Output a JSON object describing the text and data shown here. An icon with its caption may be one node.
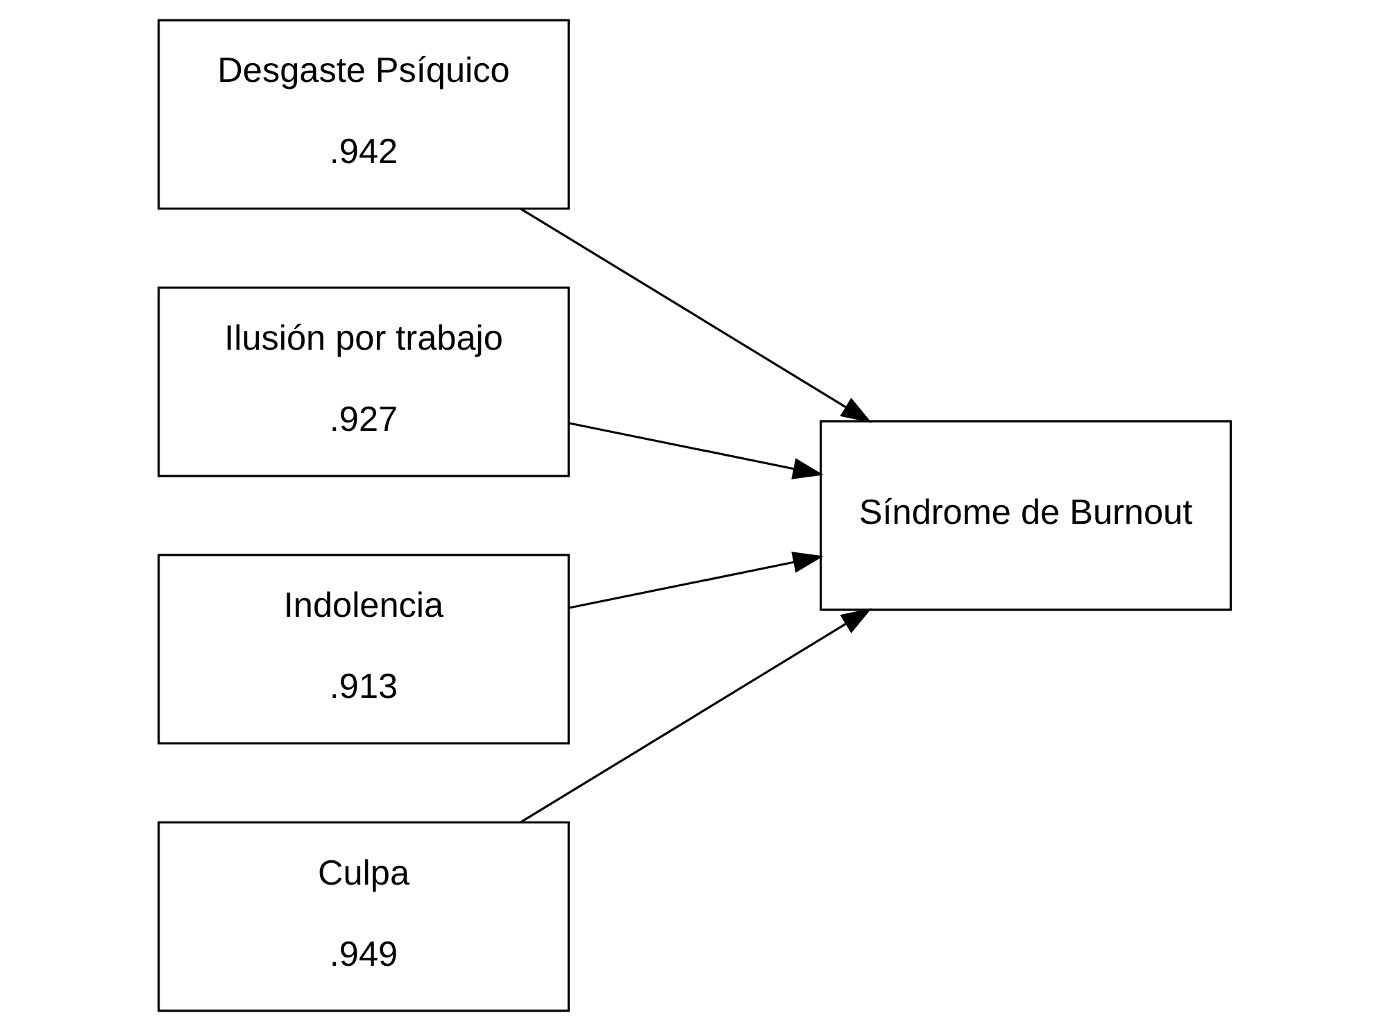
{
  "diagram": {
    "nodes": [
      {
        "text": [
          "Desgaste Psíquico",
          ".942"
        ]
      },
      {
        "text": [
          "Ilusión por trabajo",
          ".927"
        ]
      },
      {
        "text": [
          "Indolencia",
          ".913"
        ]
      },
      {
        "text": [
          "Culpa",
          ".949"
        ]
      },
      {
        "text": [
          "Síndrome de Burnout"
        ]
      }
    ],
    "edges": [
      {
        "from": 0,
        "to": 4,
        "arrow": "to"
      },
      {
        "from": 1,
        "to": 4,
        "arrow": "to"
      },
      {
        "from": 2,
        "to": 4,
        "arrow": "to"
      },
      {
        "from": 3,
        "to": 4,
        "arrow": "to"
      }
    ]
  }
}
